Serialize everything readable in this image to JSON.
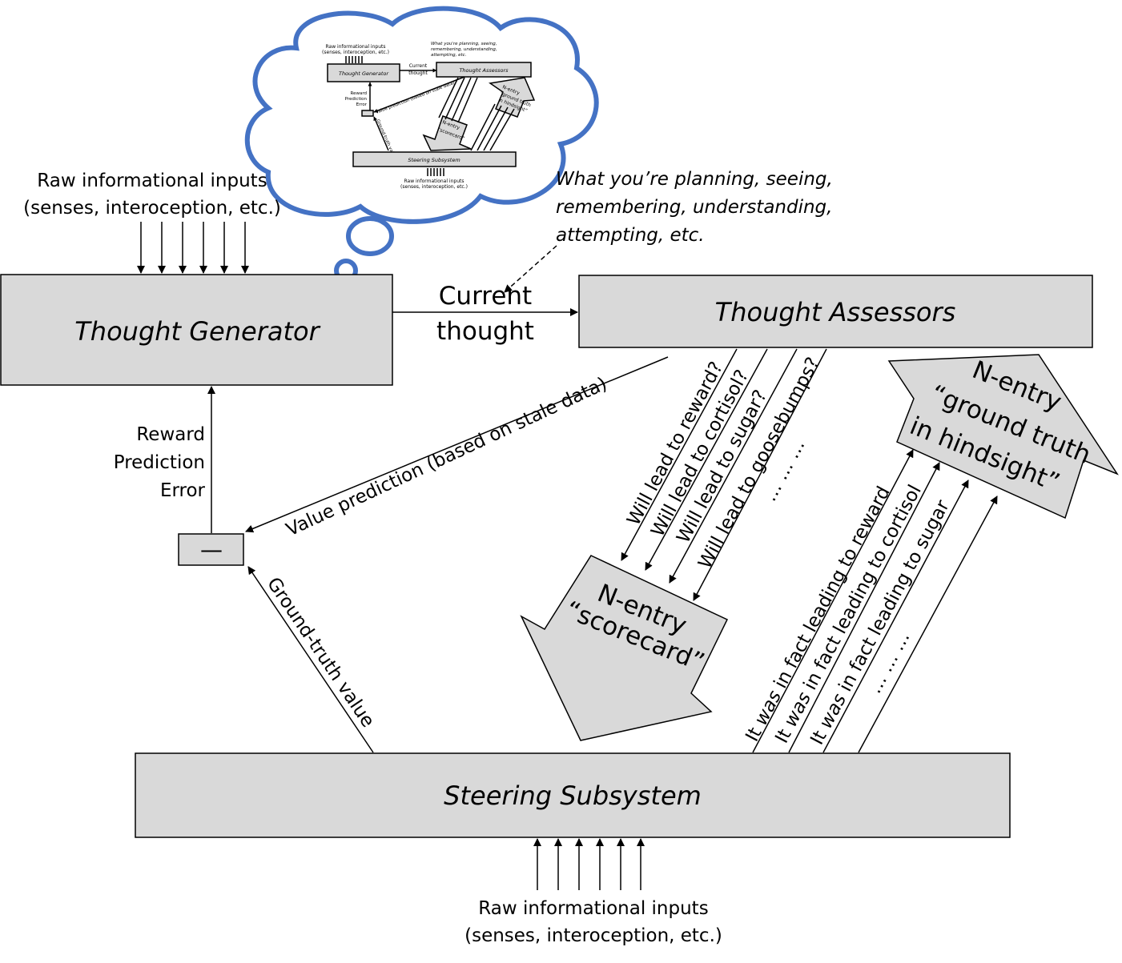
{
  "thought_generator": {
    "title": "Thought Generator"
  },
  "thought_assessors": {
    "title": "Thought Assessors"
  },
  "steering_subsystem": {
    "title": "Steering Subsystem"
  },
  "raw_inputs_top": {
    "line1": "Raw informational inputs",
    "line2": "(senses, interoception, etc.)"
  },
  "raw_inputs_bottom": {
    "line1": "Raw informational inputs",
    "line2": "(senses, interoception, etc.)"
  },
  "current_thought": {
    "line1": "Current",
    "line2": "thought"
  },
  "annotation": {
    "line1": "What you’re planning, seeing,",
    "line2": "remembering, understanding,",
    "line3": "attempting, etc."
  },
  "rpe": {
    "line1": "Reward",
    "line2": "Prediction",
    "line3": "Error"
  },
  "minus_box": {
    "symbol": "—"
  },
  "value_prediction": {
    "label": "Value prediction (based on stale data)"
  },
  "ground_truth_value": {
    "label": "Ground-truth value"
  },
  "will_lead": [
    "Will lead to reward?",
    "Will lead to cortisol?",
    "Will lead to sugar?",
    "Will lead to goosebumps?",
    "…        …        …"
  ],
  "scorecard": {
    "line1": "N-entry",
    "line2": "“scorecard”"
  },
  "hindsight": {
    "line1": "N-entry",
    "line2": "“ground truth",
    "line3": "in hindsight”"
  },
  "was_leading": [
    "It was in fact leading to reward",
    "It was in fact leading to cortisol",
    "It was in fact leading to sugar",
    "…        …        …"
  ],
  "was_emphasis": "was",
  "thumbnail": {
    "raw_line1": "Raw informational inputs",
    "raw_line2": "(senses, interoception, etc.)",
    "tg": "Thought Generator",
    "ta": "Thought Assessors",
    "ss": "Steering Subsystem",
    "ct1": "Current",
    "ct2": "thought",
    "ann1": "What you're planning, seeing,",
    "ann2": "remembering, understanding,",
    "ann3": "attempting, etc.",
    "rpe1": "Reward",
    "rpe2": "Prediction",
    "rpe3": "Error",
    "vp": "Value prediction (based on stale data)",
    "gt": "Ground-truth value",
    "sc1": "N-entry",
    "sc2": "“scorecard”",
    "h1": "N-entry",
    "h2": "“ground truth",
    "h3": "in hindsight”",
    "bot1": "Raw informational inputs",
    "bot2": "(senses, interoception, etc.)"
  }
}
